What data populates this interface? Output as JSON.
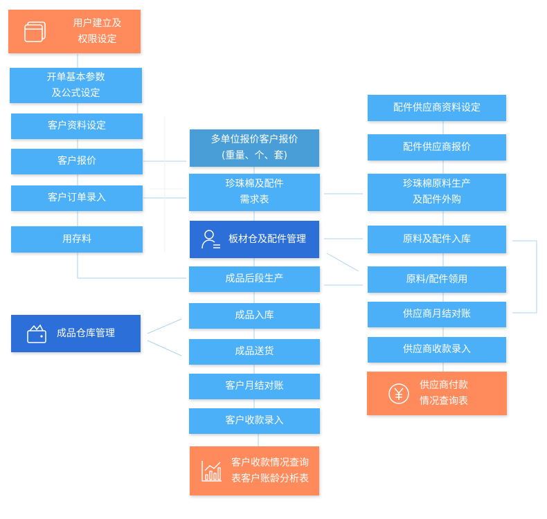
{
  "colors": {
    "node_blue": "#4bb0f8",
    "node_dark": "#2d6fd9",
    "node_steel": "#4a9ed8",
    "node_orange": "#ff8a5b",
    "connector": "#a9d3f2"
  },
  "left_column": {
    "user_setup": {
      "label": "用户建立及\n权限设定",
      "icon": "window-icon"
    },
    "params_setup": {
      "label": "开单基本参数\n及公式设定"
    },
    "customer_info": {
      "label": "客户资料设定"
    },
    "customer_quote": {
      "label": "客户报价"
    },
    "order_entry": {
      "label": "客户订单录入"
    },
    "use_stock": {
      "label": "用存料"
    },
    "finished_warehouse": {
      "label": "成品仓库管理",
      "icon": "wallet-icon"
    }
  },
  "middle_column": {
    "multi_unit_quote": {
      "label": "多单位报价客户报价\n(重量、个、套)"
    },
    "pearl_cotton_demand": {
      "label": "珍珠棉及配件\n需求表"
    },
    "board_warehouse": {
      "label": "板材仓及配件管理",
      "icon": "user-list-icon"
    },
    "post_production": {
      "label": "成品后段生产"
    },
    "finished_in": {
      "label": "成品入库"
    },
    "delivery": {
      "label": "成品送货"
    },
    "customer_monthly": {
      "label": "客户月结对账"
    },
    "customer_receipt": {
      "label": "客户收款录入"
    },
    "receipt_report": {
      "label": "客户收款情况查询\n表客户账龄分析表",
      "icon": "chart-icon"
    }
  },
  "right_column": {
    "supplier_info": {
      "label": "配件供应商资料设定"
    },
    "supplier_quote": {
      "label": "配件供应商报价"
    },
    "raw_production": {
      "label": "珍珠棉原料生产\n及配件外购"
    },
    "raw_in": {
      "label": "原料及配件入库"
    },
    "raw_use": {
      "label": "原料/配件领用"
    },
    "supplier_monthly": {
      "label": "供应商月结对账"
    },
    "supplier_receipt": {
      "label": "供应商收款录入"
    },
    "supplier_payment": {
      "label": "供应商付款\n情况查询表",
      "icon": "yen-icon"
    }
  }
}
